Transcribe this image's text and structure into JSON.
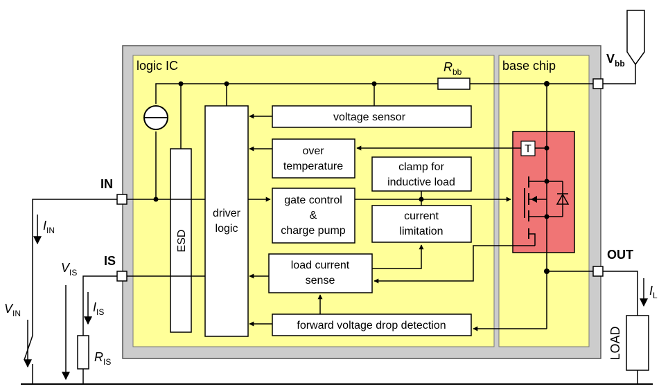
{
  "regions": {
    "logic_ic": "logic IC",
    "base_chip": "base chip"
  },
  "blocks": {
    "voltage_sensor": "voltage sensor",
    "over_temperature": [
      "over",
      "temperature"
    ],
    "clamp": [
      "clamp for",
      "inductive load"
    ],
    "gate_control": [
      "gate control",
      "&",
      "charge pump"
    ],
    "current_limitation": [
      "current",
      "limitation"
    ],
    "load_current_sense": [
      "load current",
      "sense"
    ],
    "forward_voltage": "forward voltage drop detection",
    "driver_logic": [
      "driver",
      "logic"
    ],
    "esd": "ESD",
    "temp_sensor": "T",
    "load": "LOAD"
  },
  "pins": {
    "in": "IN",
    "is": "IS",
    "out": "OUT",
    "vbb": {
      "main": "V",
      "sub": "bb"
    }
  },
  "labels": {
    "rbb": {
      "main": "R",
      "sub": "bb"
    },
    "i_in": {
      "main": "I",
      "sub": "IN"
    },
    "v_in": {
      "main": "V",
      "sub": "IN"
    },
    "v_is": {
      "main": "V",
      "sub": "IS"
    },
    "i_is": {
      "main": "I",
      "sub": "IS"
    },
    "r_is": {
      "main": "R",
      "sub": "IS"
    },
    "i_l": {
      "main": "I",
      "sub": "L"
    }
  },
  "colors": {
    "package": "#cccccc",
    "chip": "#ffff99",
    "power_stage": "#f07575",
    "line": "#000000"
  }
}
